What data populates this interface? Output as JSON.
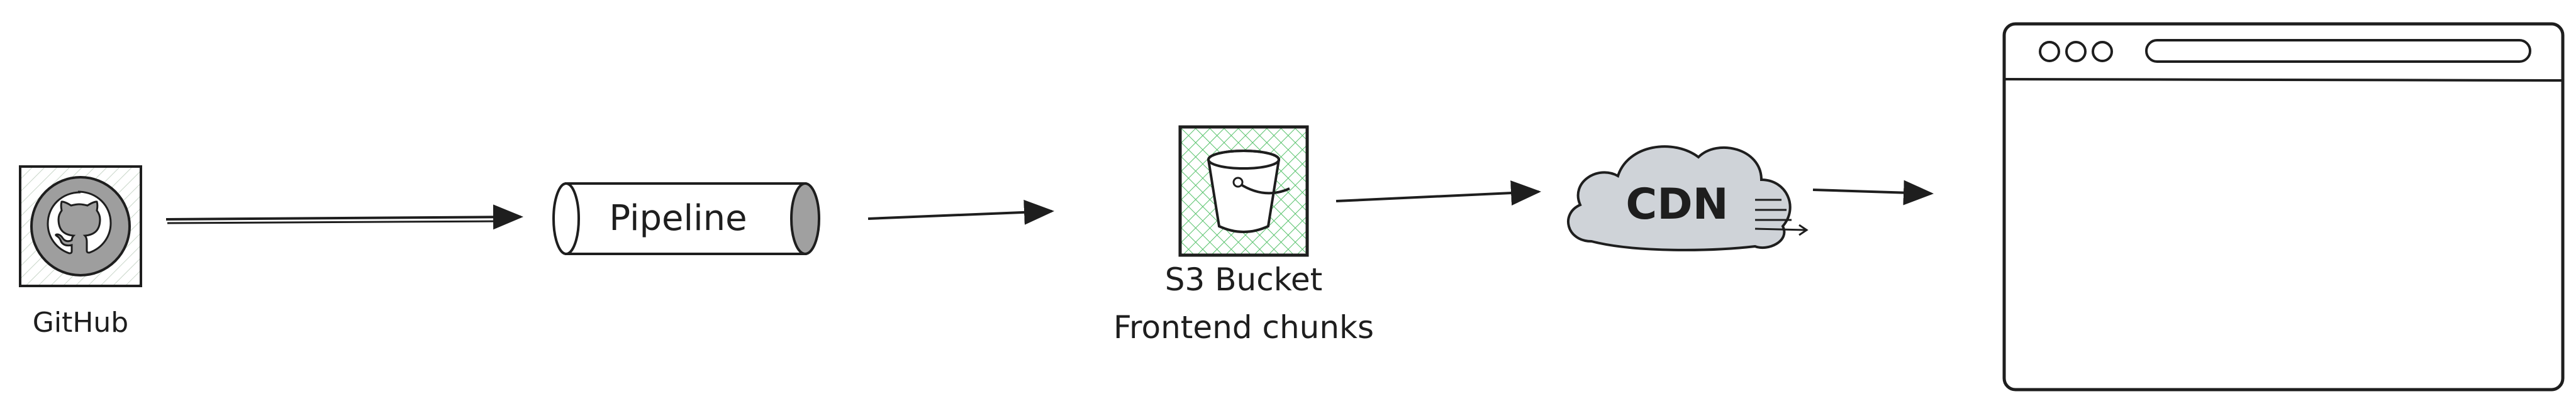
{
  "github": {
    "label": "GitHub"
  },
  "pipeline": {
    "label": "Pipeline"
  },
  "s3": {
    "label_line1": "S3 Bucket",
    "label_line2": "Frontend chunks"
  },
  "cdn": {
    "label": "CDN"
  },
  "colors": {
    "stroke": "#1e1e1e",
    "github_fill": "#9e9e9e",
    "github_hatch": "#c9d6c9",
    "pipeline_fill": "#ffffff",
    "pipeline_cap": "#a0a0a0",
    "s3_hatch": "#57c26b",
    "cdn_fill": "#cfd3d8",
    "browser_fill": "#ffffff"
  },
  "icons": {
    "github": "github-octocat-icon",
    "s3": "s3-bucket-icon",
    "cdn": "cloud-icon",
    "browser": "browser-window-icon"
  }
}
